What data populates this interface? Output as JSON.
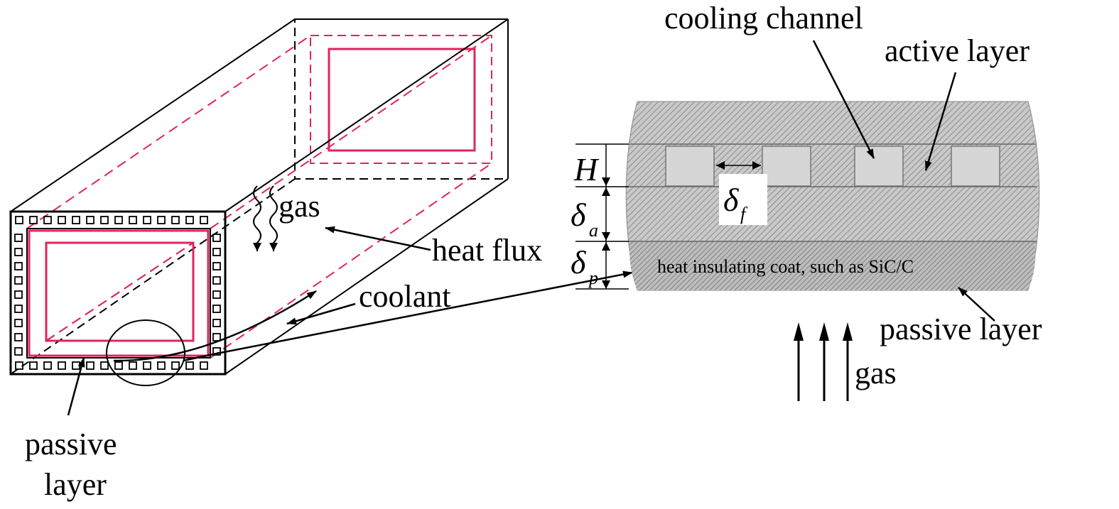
{
  "labels": {
    "gas_left": "gas",
    "heat_flux": "heat flux",
    "coolant": "coolant",
    "passive_layer_left_1": "passive",
    "passive_layer_left_2": "layer",
    "cooling_channel": "cooling channel",
    "active_layer": "active layer",
    "coat": "heat insulating coat, such as SiC/C",
    "passive_layer_right": "passive layer",
    "gas_right": "gas",
    "H": "H",
    "delta": "δ",
    "sub_a": "a",
    "sub_p": "p",
    "sub_f": "f"
  },
  "colors": {
    "line": "#000000",
    "pink": "#e0245e",
    "hatch_bg": "#c8c8c8",
    "hatch_line": "#8a8a8a",
    "channel_fill": "#d6d6d6"
  }
}
